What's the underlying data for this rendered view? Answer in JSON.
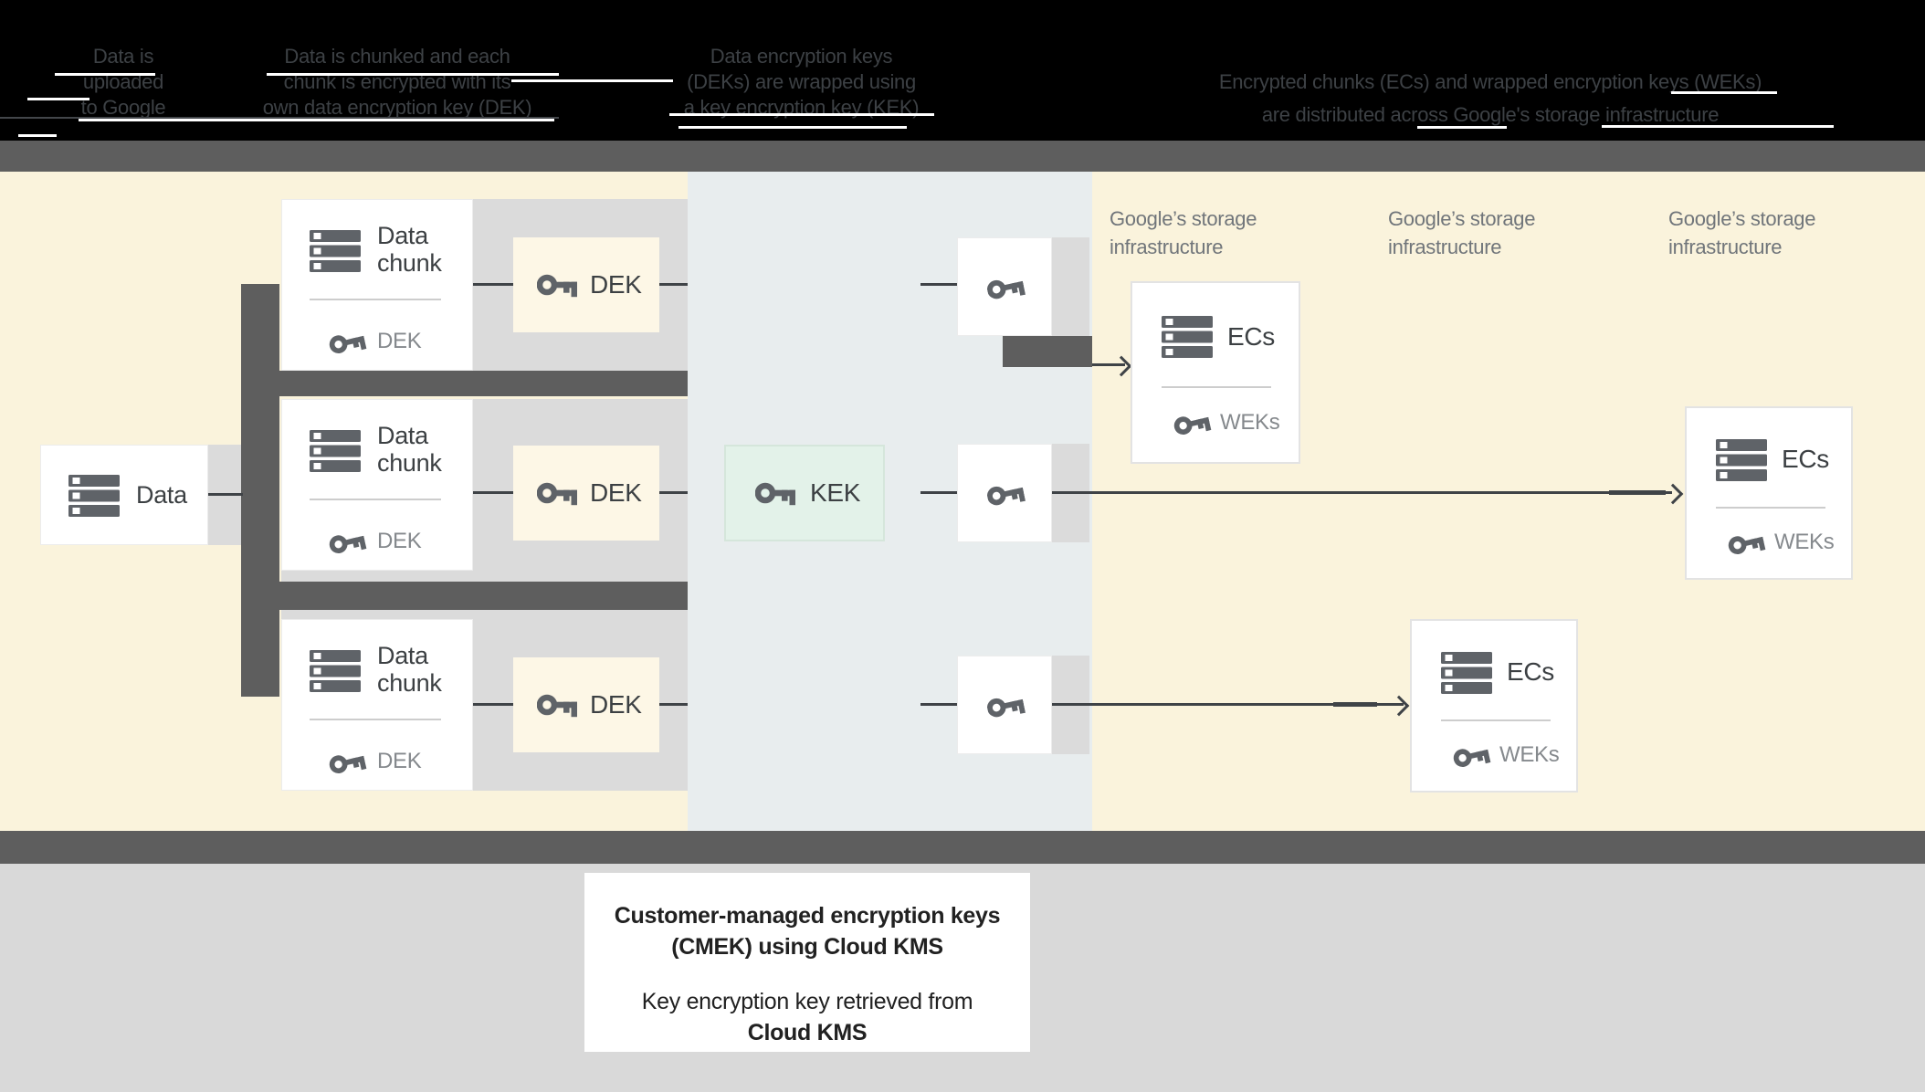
{
  "header": {
    "col1": {
      "lines": [
        "Data is",
        "uploaded",
        "to Google"
      ]
    },
    "col2": {
      "lines": [
        "Data is chunked and each",
        "chunk is encrypted with its",
        "own data encryption key (DEK)"
      ]
    },
    "col3": {
      "lines": [
        "Data encryption keys",
        "(DEKs) are wrapped using",
        "a key encryption key (KEK)"
      ]
    },
    "col4": {
      "lines": [
        "Encrypted chunks (ECs) and wrapped encryption keys (WEKs)",
        "are distributed across Google's storage infrastructure"
      ]
    }
  },
  "diagram": {
    "data_box": {
      "label": "Data"
    },
    "chunk_box": {
      "title_line1": "Data",
      "title_line2": "chunk",
      "key_label": "DEK"
    },
    "dek_box": {
      "label": "DEK"
    },
    "kek_box": {
      "label": "KEK"
    },
    "ecs_box": {
      "title": "ECs",
      "key_label": "WEKs"
    },
    "storage_label": {
      "line1": "Google’s storage",
      "line2": "infrastructure"
    }
  },
  "footer": {
    "info_box": {
      "line1": "Customer-managed encryption keys",
      "line2": "(CMEK) using Cloud KMS",
      "line3": "Key encryption key retrieved from",
      "line4": "Cloud KMS"
    }
  },
  "colors": {
    "header_bg": "#000000",
    "header_text": "#3d4145",
    "band_gray": "#5e5e5e",
    "main_yellow": "#faf3dc",
    "kms_panel": "#e8edee",
    "row_gray": "#dbdbdb",
    "dek_yellow": "#fdf7e6",
    "kek_green": "#e3f2e9",
    "kek_border": "#d5e6db",
    "footer_gray": "#d9d9d9",
    "line_dark": "#3f4347",
    "icon_gray": "#5f6368",
    "text_dark": "#3c4043",
    "text_gray": "#85898d",
    "label_gray": "#70757a",
    "info_text": "#212121"
  }
}
